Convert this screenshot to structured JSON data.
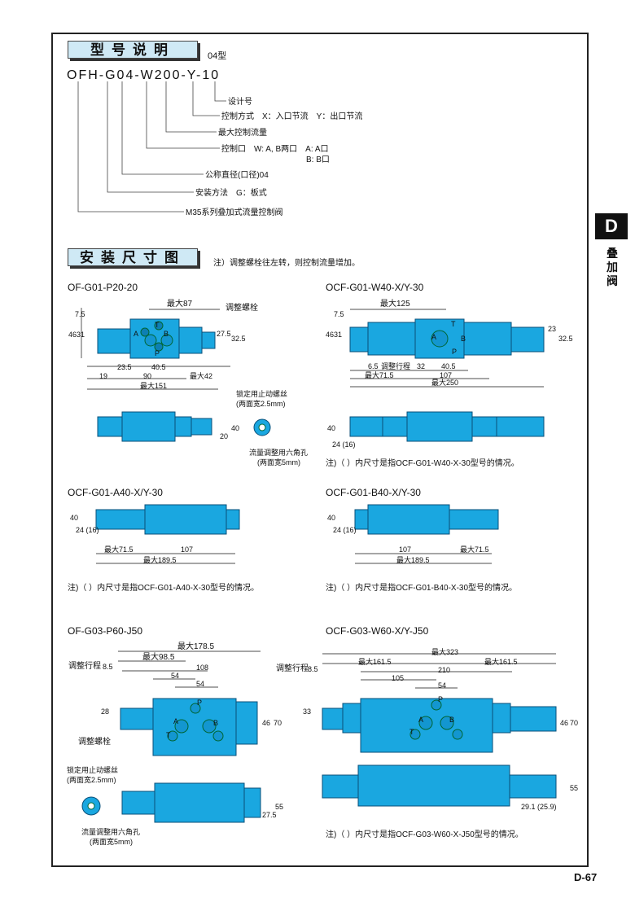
{
  "sections": {
    "model_title": "型号说明",
    "model_suffix": "04型",
    "install_title": "安装尺寸图",
    "install_note": "注）调整螺栓往左转，则控制流量增加。"
  },
  "model": {
    "code": "OFH-G04-W200-Y-10",
    "items": [
      "设计号",
      "控制方式　X：入口节流　Y：出口节流",
      "最大控制流量",
      "控制口　W: A, B两口　A: A口",
      "B: B口",
      "公称直径(口径)04",
      "安装方法　G：板式",
      "M35系列叠加式流量控制阀"
    ]
  },
  "side_tab": {
    "letter": "D",
    "text": "叠加阀"
  },
  "page_number": "D-67",
  "drawings": {
    "d1": {
      "title": "OF-G01-P20-20",
      "labels": [
        "最大87",
        "调整螺栓",
        "7.5",
        "46",
        "31",
        "27.5",
        "32.5",
        "19",
        "23.5",
        "40.5",
        "90",
        "最大42",
        "最大151",
        "20",
        "40",
        "锁定用止动螺丝",
        "(两面宽2.5mm)",
        "流量调整用六角孔",
        "(两面宽5mm)",
        "A",
        "B",
        "P",
        "T"
      ]
    },
    "d2": {
      "title": "OCF-G01-W40-X/Y-30",
      "labels": [
        "最大125",
        "7.5",
        "46",
        "31",
        "23",
        "32.5",
        "6.5",
        "调整行程",
        "32",
        "40.5",
        "最大71.5",
        "107",
        "最大250",
        "40",
        "24 (16)",
        "A",
        "B",
        "P",
        "T"
      ],
      "note": "注)（ ）内尺寸是指OCF-G01-W40-X-30型号的情况。"
    },
    "d3": {
      "title": "OCF-G01-A40-X/Y-30",
      "labels": [
        "40",
        "24 (16)",
        "最大71.5",
        "107",
        "最大189.5"
      ],
      "note": "注)（ ）内尺寸是指OCF-G01-A40-X-30型号的情况。"
    },
    "d4": {
      "title": "OCF-G01-B40-X/Y-30",
      "labels": [
        "40",
        "24 (16)",
        "107",
        "最大71.5",
        "最大189.5"
      ],
      "note": "注)（ ）内尺寸是指OCF-G01-B40-X-30型号的情况。"
    },
    "d5": {
      "title": "OF-G03-P60-J50",
      "labels": [
        "最大178.5",
        "最大98.5",
        "调整行程",
        "8.5",
        "108",
        "54",
        "54",
        "28",
        "46",
        "70",
        "调整螺栓",
        "锁定用止动螺丝",
        "(两面宽2.5mm)",
        "流量调整用六角孔",
        "(两面宽5mm)",
        "27.5",
        "55",
        "A",
        "B",
        "P",
        "T"
      ]
    },
    "d6": {
      "title": "OCF-G03-W60-X/Y-J50",
      "labels": [
        "最大323",
        "最大161.5",
        "最大161.5",
        "调整行程",
        "8.5",
        "210",
        "105",
        "54",
        "33",
        "46",
        "70",
        "29.1 (25.9)",
        "55",
        "A",
        "B",
        "P",
        "T"
      ],
      "note": "注)（ ）内尺寸是指OCF-G03-W60-X-J50型号的情况。"
    }
  }
}
